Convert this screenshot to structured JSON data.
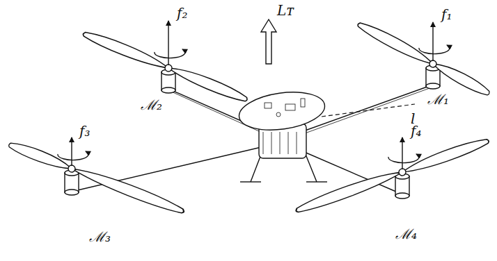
{
  "diagram": {
    "labels": [
      "Lᴛ",
      "f₂",
      "f₁",
      "ℳ₂",
      "ℳ₁",
      "l",
      "f₃",
      "f₄",
      "ℳ₃",
      "ℳ₄"
    ]
  }
}
